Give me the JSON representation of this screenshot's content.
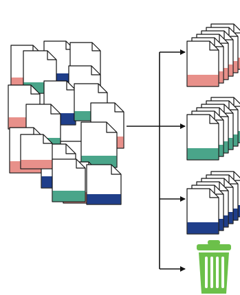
{
  "diagram": {
    "source_pile": {
      "documents": [
        {
          "color": "red"
        },
        {
          "color": "blue"
        },
        {
          "color": "green"
        },
        {
          "color": "green"
        },
        {
          "color": "blue"
        },
        {
          "color": "red"
        },
        {
          "color": "blue"
        },
        {
          "color": "green"
        },
        {
          "color": "red"
        },
        {
          "color": "green"
        },
        {
          "color": "red"
        },
        {
          "color": "blue"
        },
        {
          "color": "green"
        },
        {
          "color": "blue"
        },
        {
          "color": "red"
        },
        {
          "color": "red"
        },
        {
          "color": "green"
        },
        {
          "color": "blue"
        }
      ]
    },
    "output_stacks": [
      {
        "color": "red",
        "document_count": 6
      },
      {
        "color": "green",
        "document_count": 6
      },
      {
        "color": "blue",
        "document_count": 6
      }
    ],
    "discard_target": {
      "icon": "trash-can-icon",
      "color": "#6cc04a"
    },
    "colors": {
      "red": "#e8908a",
      "green": "#4aa58a",
      "blue": "#1f3e8a",
      "outline": "#111111",
      "paper": "#ffffff",
      "arrow": "#111111"
    }
  }
}
